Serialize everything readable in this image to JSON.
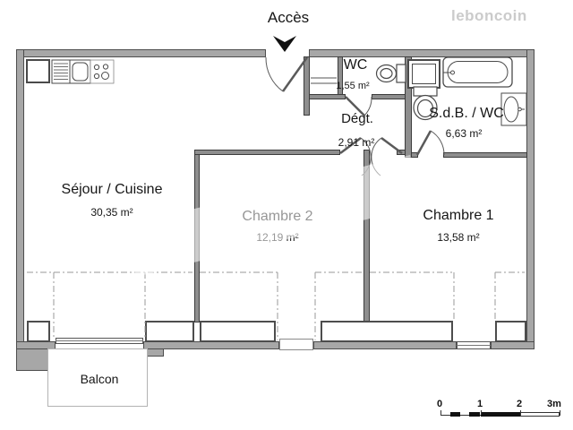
{
  "brand": "leboncoin",
  "access": {
    "label": "Accès"
  },
  "rooms": [
    {
      "name": "Séjour / Cuisine",
      "area": "30,35 m²"
    },
    {
      "name": "Chambre 2",
      "area": "12,19 m²"
    },
    {
      "name": "Chambre 1",
      "area": "13,58 m²"
    },
    {
      "name": "WC",
      "area": "1,55 m²"
    },
    {
      "name": "Dégt.",
      "area": "2,91 m²"
    },
    {
      "name": "S.d.B. / WC",
      "area": "6,63 m²"
    },
    {
      "name": "Balcon",
      "area": ""
    }
  ],
  "scale_bar": {
    "ticks": [
      "0",
      "1",
      "2",
      "3m"
    ]
  },
  "colors": {
    "exterior_wall": "#a7a7a7",
    "interior_wall": "#8e8e8e",
    "wall_outline": "#4d4d4d",
    "text": "#161616",
    "watermark": "#cbcbcb",
    "dash_lines": "#9a9a9a"
  }
}
